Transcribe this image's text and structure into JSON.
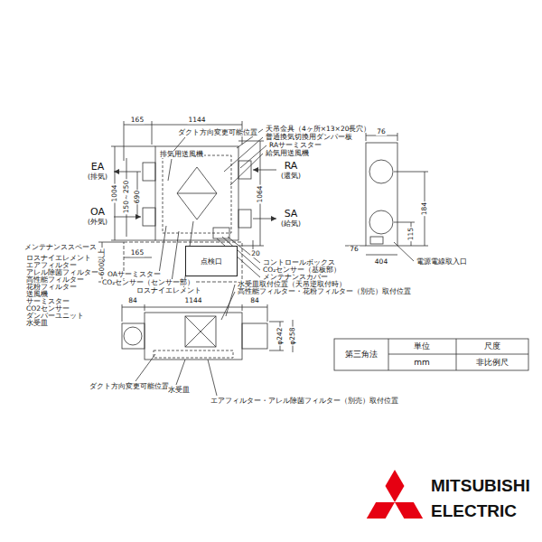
{
  "diagram": {
    "nodes": [
      {
        "text": [
          "点検口"
        ]
      }
    ],
    "labels": [
      "165",
      "1144",
      "ダクト方向変更可能位置",
      "天吊金具（4ヶ所×13×20長穴）",
      "普通換気切換用ダンパー板",
      "RAサーミスター",
      "給気用送風機",
      "排気用送風機",
      "EA",
      "(排気)",
      "RA",
      "(還気)",
      "1004",
      "150～250",
      "690",
      "1064",
      "OA",
      "(外気)",
      "SA",
      "(給気)",
      "165",
      "20",
      "メンテナンススペース",
      "ロスナイエレメント",
      "エアフィルター",
      "アレル除菌フィルター",
      "高性能フィルター",
      "花粉フィルター",
      "送風機",
      "サーミスター",
      "CO2センサー",
      "ダンパーユニット",
      "水受皿",
      "600以上",
      "コントロールボックス",
      "CO₂センサー（基板部）",
      "メンテナンスカバー",
      "OAサーミスター",
      "CO₂センサー（センサー部）",
      "ロスナイエレメント",
      "水受皿取付位置（天吊逆取付時）",
      "高性能フィルター・花粉フィルター（別売）取付位置",
      "84",
      "1144",
      "84",
      "φ242",
      "φ258",
      "ダクト方向変更可能位置",
      "水受皿",
      "エアフィルター・アレル除菌フィルター（別売）取付位置",
      "76",
      "115",
      "184",
      "76",
      "404",
      "電源電線取入口",
      "第三角法",
      "単位",
      "尺度",
      "mm",
      "非比例尺",
      "MITSUBISHI",
      "ELECTRIC"
    ]
  }
}
